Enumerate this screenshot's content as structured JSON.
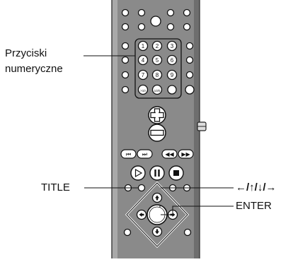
{
  "labels": {
    "numeric_line1": "Przyciski",
    "numeric_line2": "numeryczne",
    "title": "TITLE",
    "arrows": "←/↑/↓/→",
    "enter": "ENTER"
  },
  "keypad": [
    "1",
    "2",
    "3",
    "4",
    "5",
    "6",
    "7",
    "8",
    "9",
    ">10",
    "10/0"
  ],
  "colors": {
    "remote_body": "#8a8a8a",
    "remote_edge": "#555555",
    "button_fill": "#ffffff",
    "line": "#111111"
  }
}
